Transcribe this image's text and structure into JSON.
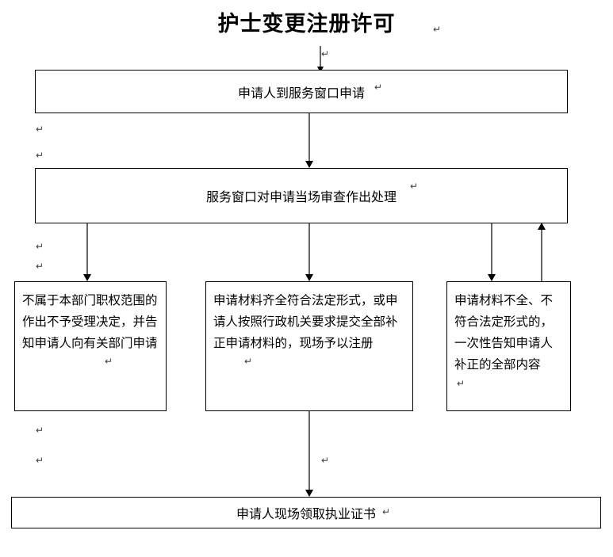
{
  "title": "护士变更注册许可",
  "nodes": {
    "step1": "申请人到服务窗口申请",
    "step2": "服务窗口对申请当场审查作出处理",
    "branch_left": "不属于本部门职权范围的作出不予受理决定，并告知申请人向有关部门申请",
    "branch_middle": "申请材料齐全符合法定形式，或申请人按照行政机关要求提交全部补正申请材料的，现场予以注册",
    "branch_right": "申请材料不全、不符合法定形式的，一次性告知申请人补正的全部内容",
    "final": "申请人现场领取执业证书"
  },
  "marks": {
    "pilcrow": "↵"
  },
  "colors": {
    "line": "#000000",
    "background": "#ffffff",
    "text": "#000000",
    "mark": "#3b3b3b"
  }
}
